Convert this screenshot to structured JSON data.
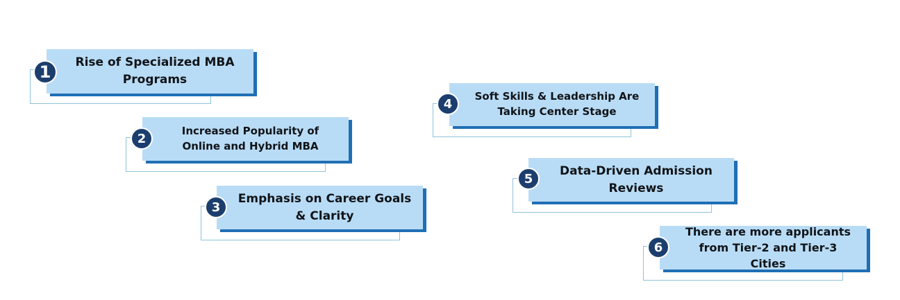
{
  "items": [
    {
      "number": "1",
      "label": "Rise of Specialized MBA Programs"
    },
    {
      "number": "2",
      "label": "Increased Popularity of Online and Hybrid MBA"
    },
    {
      "number": "3",
      "label": "Emphasis on Career Goals & Clarity"
    },
    {
      "number": "4",
      "label": "Soft Skills & Leadership Are Taking Center Stage"
    },
    {
      "number": "5",
      "label": "Data-Driven Admission Reviews"
    },
    {
      "number": "6",
      "label": "There are more applicants from Tier-2 and Tier-3 Cities"
    }
  ],
  "colors": {
    "card_fill": "#b9dcf6",
    "card_shadow": "#1f6fb5",
    "badge_fill": "#1b3e6e",
    "outline": "#8fc3d8"
  }
}
